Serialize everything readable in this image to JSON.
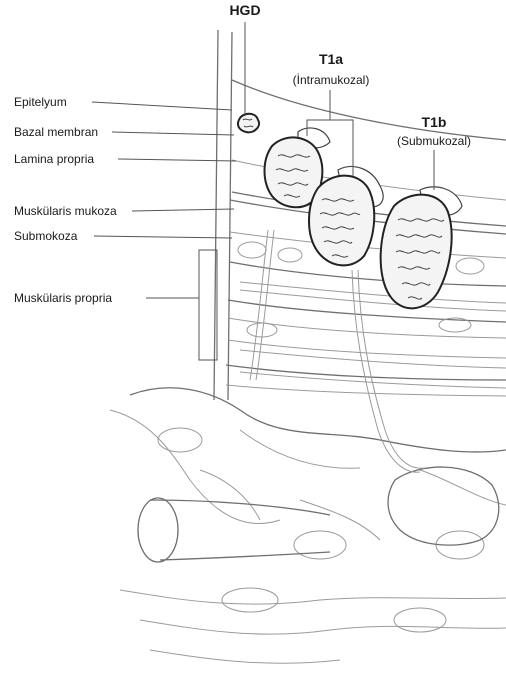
{
  "stages": {
    "hgd": {
      "title": "HGD"
    },
    "t1a": {
      "title": "T1a",
      "subtitle": "(İntramukozal)"
    },
    "t1b": {
      "title": "T1b",
      "subtitle": "(Submukozal)"
    }
  },
  "layers": [
    {
      "id": "epitelyum",
      "label": "Epitelyum"
    },
    {
      "id": "bazal-membran",
      "label": "Bazal membran"
    },
    {
      "id": "lamina-propria",
      "label": "Lamina propria"
    },
    {
      "id": "muskularis-mukoza",
      "label": "Muskülaris mukoza"
    },
    {
      "id": "submokoza",
      "label": "Submokoza"
    },
    {
      "id": "muskularis-propria",
      "label": "Muskülaris propria"
    }
  ]
}
